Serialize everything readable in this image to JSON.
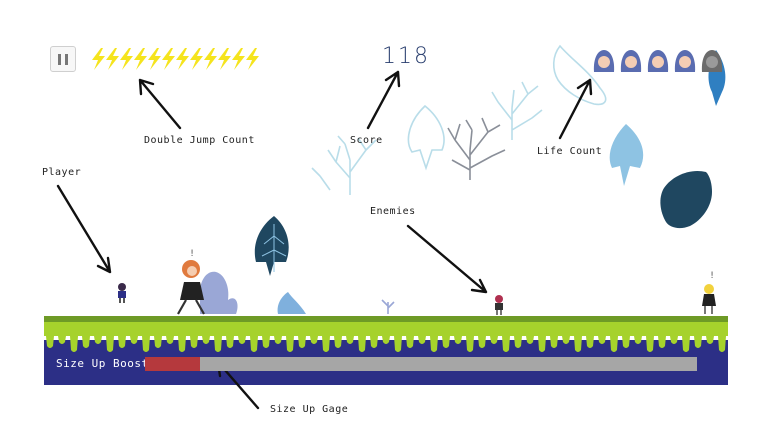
{
  "hud": {
    "double_jump_count": 12,
    "score": "118",
    "life_count": 5,
    "lives_lost": 1
  },
  "labels": {
    "double_jump": "Double Jump Count",
    "score": "Score",
    "life": "Life Count",
    "player": "Player",
    "enemies": "Enemies",
    "size_up_boost": "Size Up Boost",
    "size_up_gage": "Size Up Gage"
  },
  "gauge": {
    "fill_fraction": 0.1
  },
  "colors": {
    "grass": "#a6d22c",
    "ground": "#2c2f86",
    "gauge_fill": "#b5393d",
    "gauge_track": "#a6a6a6",
    "lightning": "#f5e41d",
    "leaf_dark": "#1f4760",
    "leaf_light": "#8ec3e3"
  },
  "icons": {
    "pause": "pause-icon",
    "double_jump": "lightning-icon",
    "life": "girl-face-icon"
  }
}
